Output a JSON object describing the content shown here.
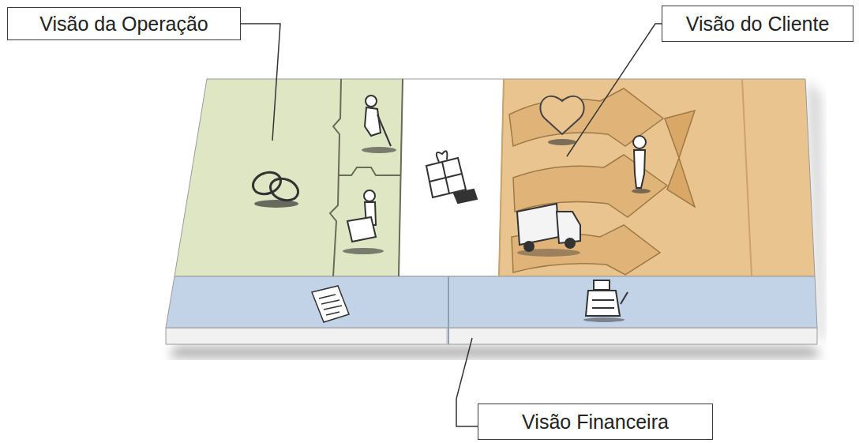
{
  "diagram": {
    "nodes": [
      {
        "text": [
          "Visão da Operação"
        ]
      },
      {
        "text": [
          "Visão do Cliente"
        ]
      },
      {
        "text": [
          "Visão Financeira"
        ]
      }
    ]
  }
}
